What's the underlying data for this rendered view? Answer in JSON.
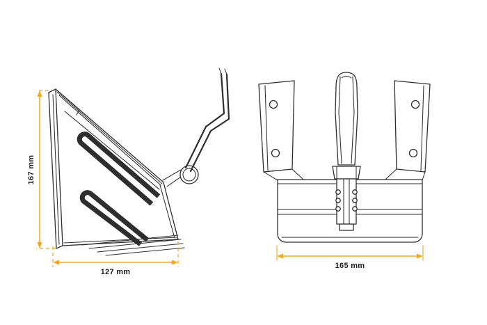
{
  "page": {
    "background_color": "#ffffff"
  },
  "colors": {
    "drawing_line": "#2e2e2e",
    "dimension_accent": "#F2A71B",
    "dimension_label_text": "#1e1e1e"
  },
  "dimensions": {
    "left_height": {
      "label": "167 mm"
    },
    "left_width": {
      "label": "127 mm"
    },
    "right_width": {
      "label": "165 mm"
    }
  }
}
